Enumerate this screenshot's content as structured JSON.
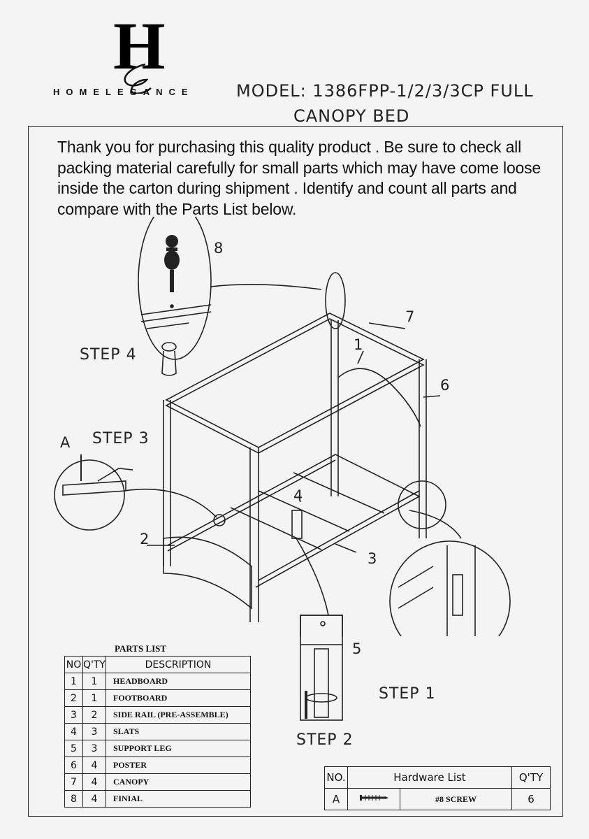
{
  "header": {
    "logo_letter": "H",
    "brand": "HOMELEGANCE",
    "model_line1": "MODEL: 1386FPP-1/2/3/3CP FULL",
    "model_line2": "CANOPY BED"
  },
  "intro_text": "Thank you for purchasing this quality product . Be sure to check all packing material carefully for small parts which may have come loose inside the carton during shipment . Identify and count all parts and compare with the Parts List below.",
  "steps": {
    "step1": "STEP 1",
    "step2": "STEP 2",
    "step3": "STEP 3",
    "step4": "STEP 4"
  },
  "callouts": [
    "1",
    "2",
    "3",
    "4",
    "5",
    "6",
    "7",
    "8",
    "A"
  ],
  "parts_list": {
    "title": "PARTS LIST",
    "headers": {
      "no": "NO",
      "qty": "Q'TY",
      "desc": "DESCRIPTION"
    },
    "rows": [
      {
        "no": "1",
        "qty": "1",
        "desc": "HEADBOARD"
      },
      {
        "no": "2",
        "qty": "1",
        "desc": "FOOTBOARD"
      },
      {
        "no": "3",
        "qty": "2",
        "desc": "SIDE RAIL (PRE-ASSEMBLE)"
      },
      {
        "no": "4",
        "qty": "3",
        "desc": "SLATS"
      },
      {
        "no": "5",
        "qty": "3",
        "desc": "SUPPORT LEG"
      },
      {
        "no": "6",
        "qty": "4",
        "desc": "POSTER"
      },
      {
        "no": "7",
        "qty": "4",
        "desc": "CANOPY"
      },
      {
        "no": "8",
        "qty": "4",
        "desc": "FINIAL"
      }
    ]
  },
  "hardware_list": {
    "headers": {
      "no": "NO.",
      "title": "Hardware List",
      "qty": "Q'TY"
    },
    "rows": [
      {
        "no": "A",
        "icon": "screw-icon",
        "desc": "#8 SCREW",
        "qty": "6"
      }
    ]
  }
}
